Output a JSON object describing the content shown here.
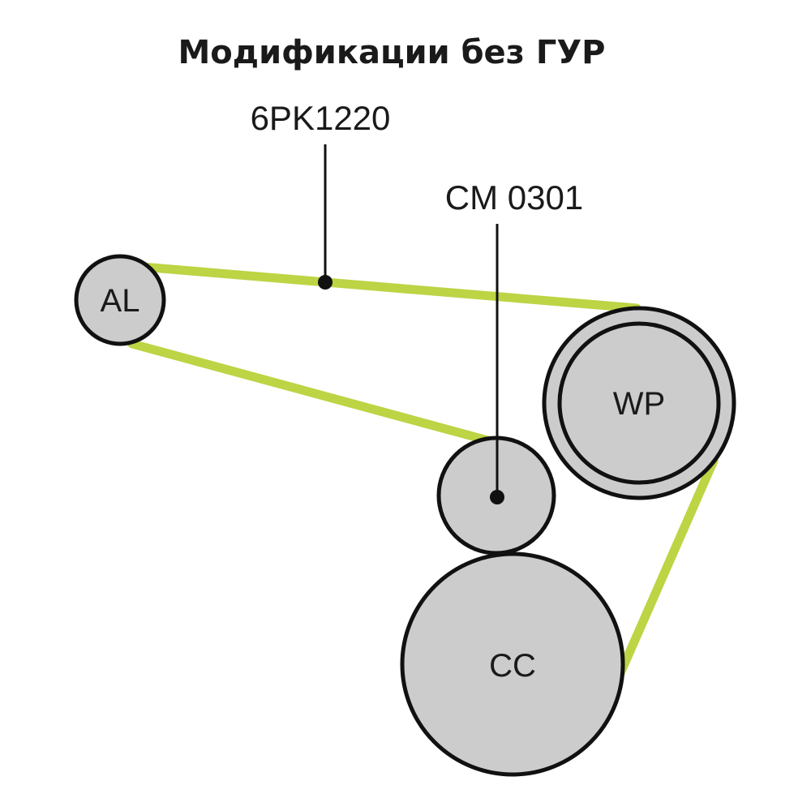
{
  "title": "Модификации без ГУР",
  "belt": {
    "part_number": "6PK1220",
    "color": "#bdd444"
  },
  "roller": {
    "part_number": "CM 0301"
  },
  "pulleys": {
    "alternator": {
      "label": "AL"
    },
    "water_pump": {
      "label": "WP"
    },
    "crankshaft": {
      "label": "CC"
    }
  },
  "colors": {
    "pulley_fill": "#cccccc",
    "outline": "#111111",
    "text": "#1a1a1a"
  }
}
